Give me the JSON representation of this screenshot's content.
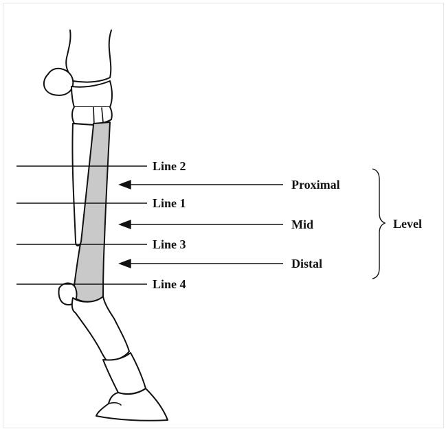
{
  "diagram": {
    "lines": [
      {
        "id": "line-2",
        "label": "Line 2"
      },
      {
        "id": "line-1",
        "label": "Line 1"
      },
      {
        "id": "line-3",
        "label": "Line 3"
      },
      {
        "id": "line-4",
        "label": "Line 4"
      }
    ],
    "levels": [
      {
        "id": "proximal",
        "label": "Proximal"
      },
      {
        "id": "mid",
        "label": "Mid"
      },
      {
        "id": "distal",
        "label": "Distal"
      }
    ],
    "level_group_label": "Level",
    "colors": {
      "ink": "#111111",
      "highlight": "#c9c9c9",
      "border": "#e6e6e6"
    }
  }
}
